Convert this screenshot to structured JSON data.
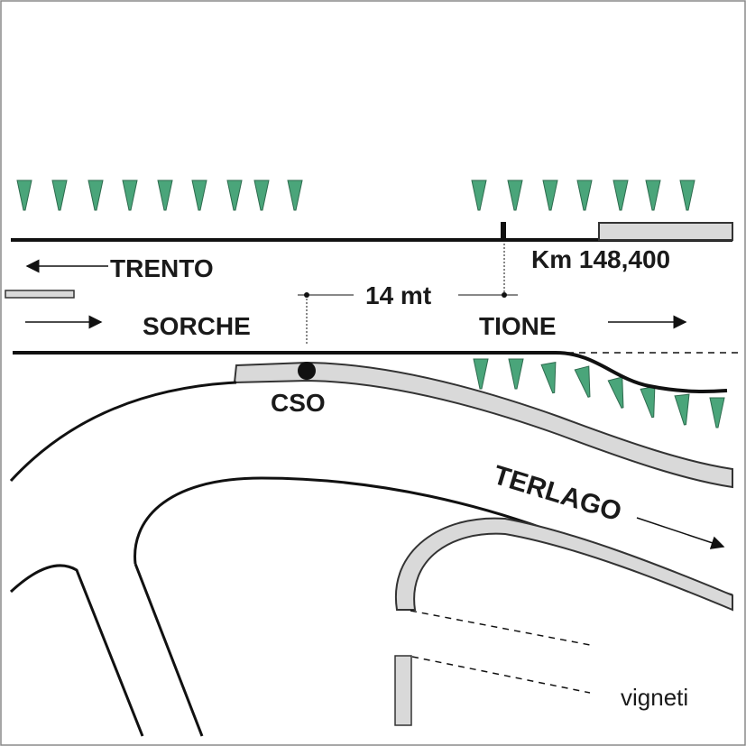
{
  "labels": {
    "trento": "TRENTO",
    "km": "Km 148,400",
    "distance": "14 mt",
    "sorche": "SORCHE",
    "tione": "TIONE",
    "cso": "CSO",
    "terlago": "TERLAGO",
    "vigneti": "vigneti"
  },
  "colors": {
    "tree": "#4aa57a",
    "tree_stroke": "#2e6b4e",
    "road_line": "#111111",
    "barrier_fill": "#d9d9d9",
    "barrier_stroke": "#333333"
  },
  "icons": {
    "tree": "tree-icon",
    "arrow": "arrow-icon",
    "marker": "point-marker"
  }
}
